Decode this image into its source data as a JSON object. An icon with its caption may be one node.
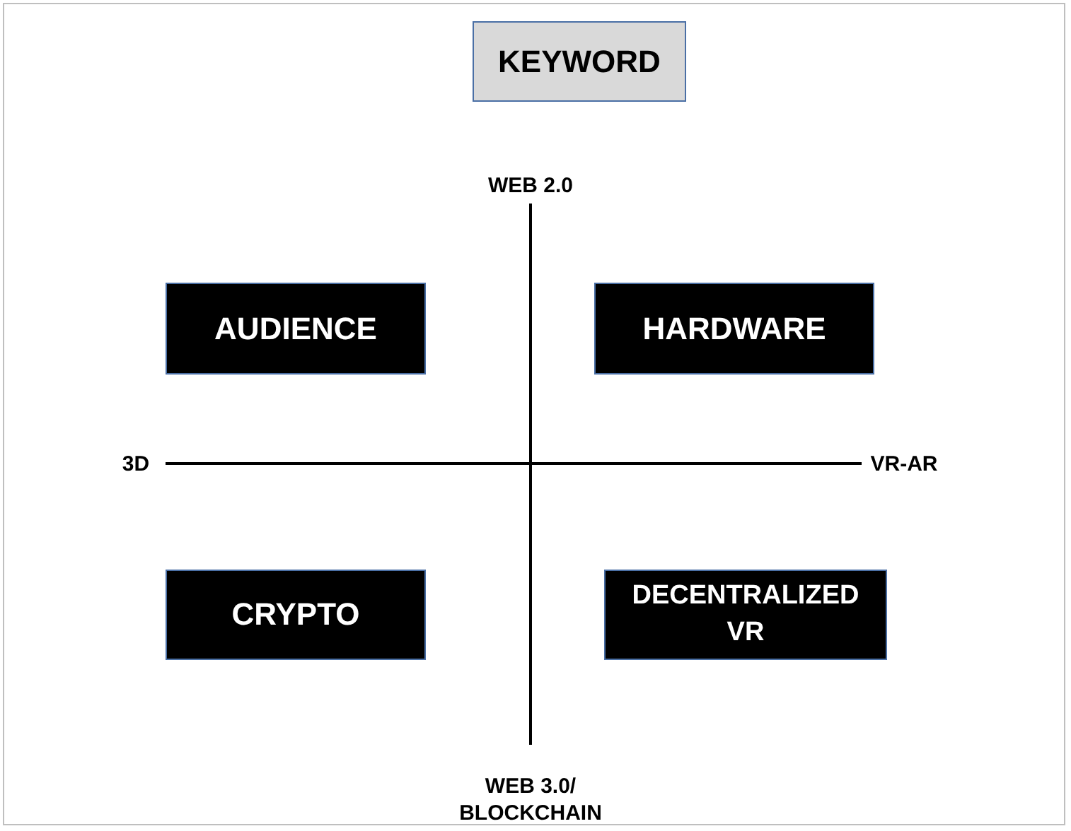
{
  "diagram": {
    "nodes": [
      {
        "text": [
          "KEYWORD"
        ]
      },
      {
        "text": [
          "AUDIENCE"
        ]
      },
      {
        "text": [
          "HARDWARE"
        ]
      },
      {
        "text": [
          "CRYPTO"
        ]
      },
      {
        "text": [
          "DECENTRALIZED VR"
        ]
      }
    ],
    "labels": [
      "WEB 2.0",
      "3D",
      "VR-AR",
      "WEB 3.0/ BLOCKCHAIN"
    ]
  }
}
